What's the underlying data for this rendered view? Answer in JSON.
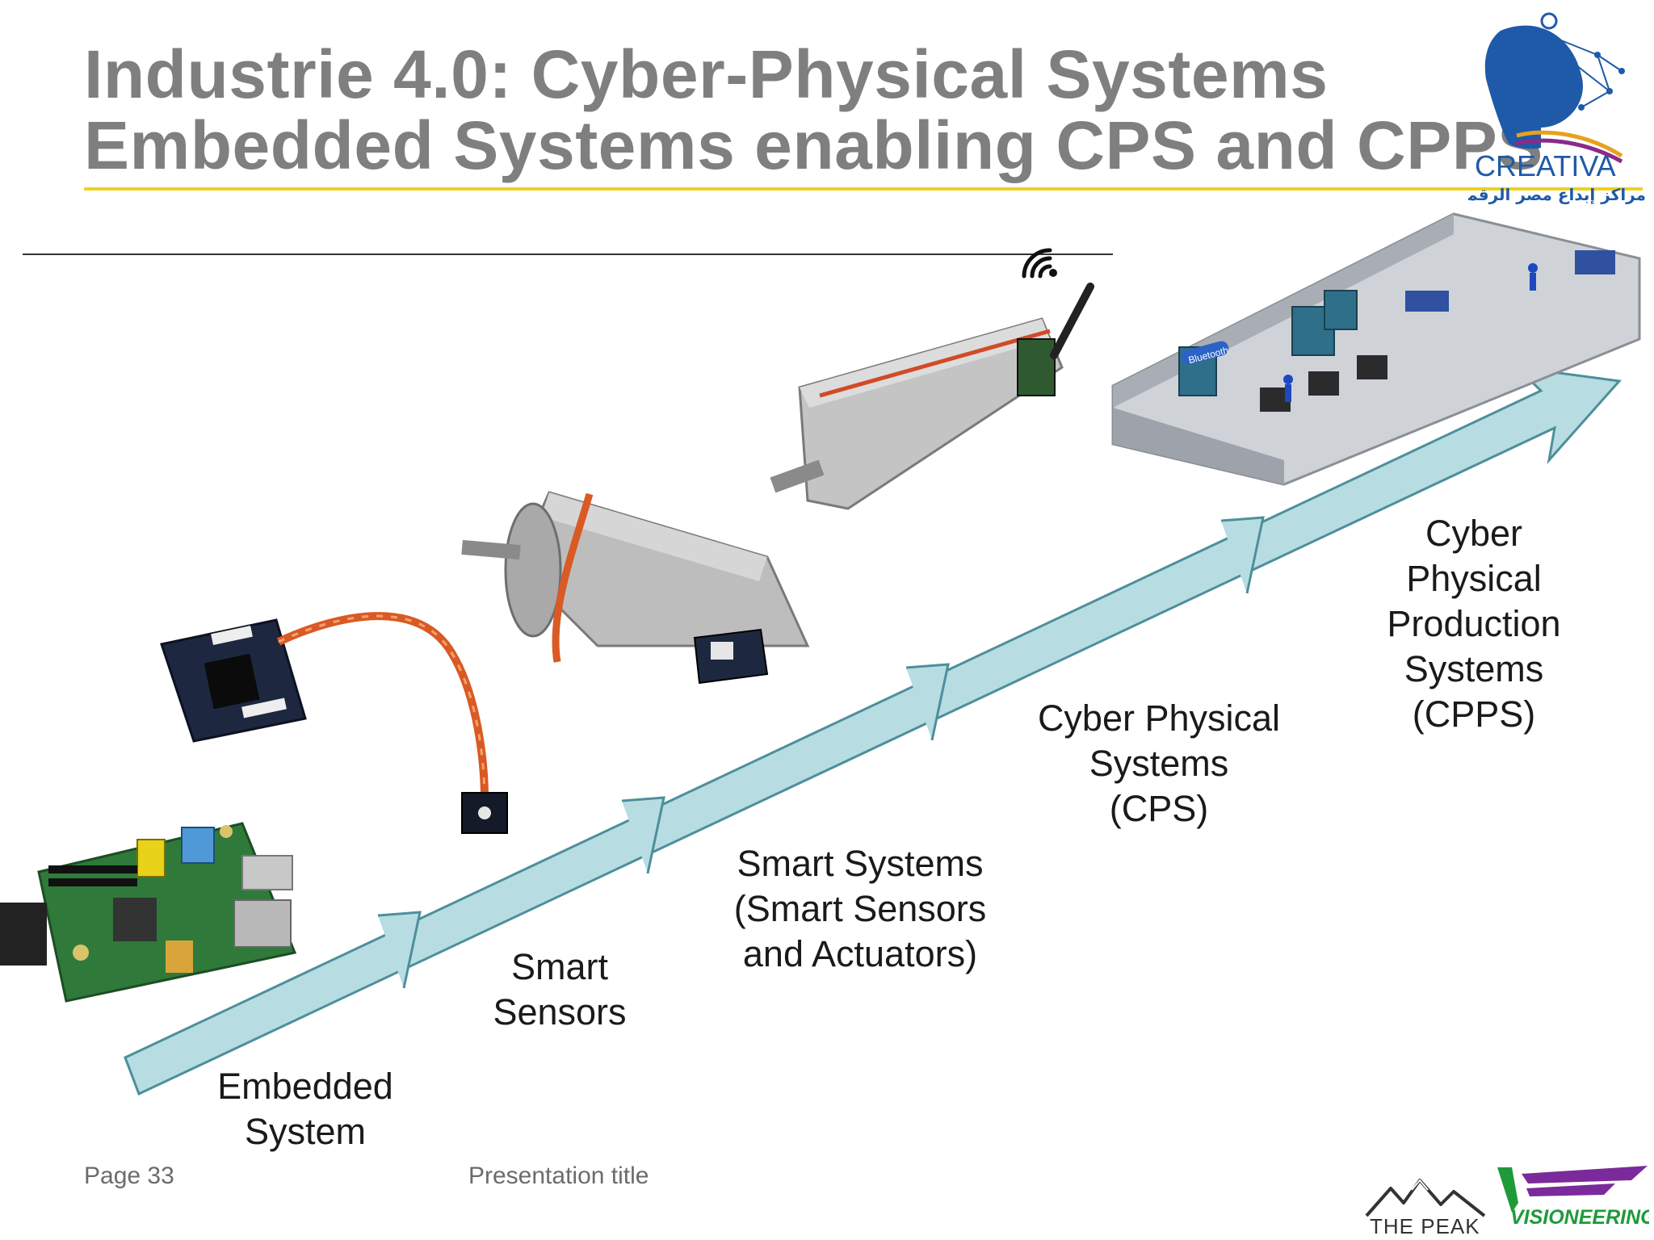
{
  "slide": {
    "title_line1": "Industrie 4.0: Cyber-Physical Systems",
    "title_line2": "Embedded Systems enabling CPS and CPPS"
  },
  "stages": [
    {
      "id": "embedded",
      "label": "Embedded\nSystem",
      "image": "raspberry-pi-board"
    },
    {
      "id": "sensors",
      "label": "Smart\nSensors",
      "image": "sensor-board-with-cable"
    },
    {
      "id": "smart-systems",
      "label": "Smart Systems\n(Smart Sensors\nand Actuators)",
      "image": "pneumatic-cylinder-with-sensor"
    },
    {
      "id": "cps",
      "label": "Cyber Physical\nSystems\n(CPS)",
      "image": "wireless-cylinder-actuator"
    },
    {
      "id": "cpps",
      "label": "Cyber\nPhysical\nProduction\nSystems\n(CPPS)",
      "image": "smart-factory-floor"
    }
  ],
  "factory": {
    "bluetooth_label": "Bluetooth"
  },
  "footer": {
    "page": "Page 33",
    "presentation": "Presentation title"
  },
  "logos": {
    "creativa": "CREATIVA",
    "creativa_arabic": "مراكز إبداع مصر الرقمية",
    "peak": "THE PEAK",
    "visioneering": "VISIONEERING"
  },
  "colors": {
    "title": "#7f7f7f",
    "rule": "#f0d21e",
    "arrow": "#b7dde3",
    "arrow_stroke": "#4d8f9b",
    "brand_blue": "#1f5aa8"
  }
}
